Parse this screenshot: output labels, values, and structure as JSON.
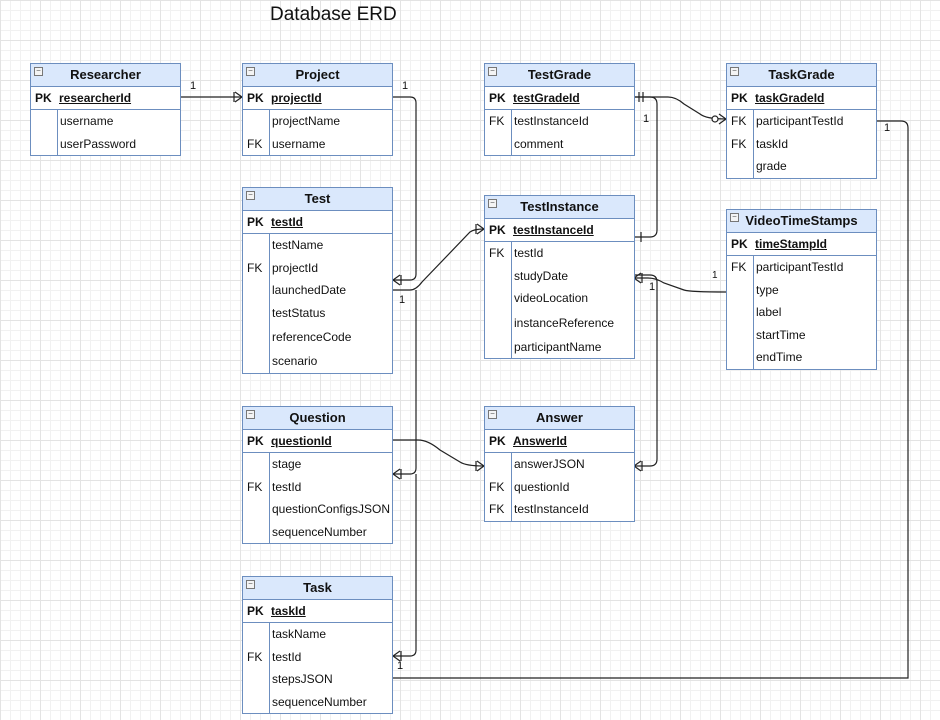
{
  "title": "Database ERD",
  "entities": [
    {
      "name": "Researcher",
      "pk": "researcherId",
      "attrs": [
        {
          "key": "",
          "name": "username"
        },
        {
          "key": "",
          "name": "userPassword"
        }
      ]
    },
    {
      "name": "Project",
      "pk": "projectId",
      "attrs": [
        {
          "key": "",
          "name": "projectName"
        },
        {
          "key": "FK",
          "name": "username"
        }
      ]
    },
    {
      "name": "Test",
      "pk": "testId",
      "attrs": [
        {
          "key": "",
          "name": "testName"
        },
        {
          "key": "FK",
          "name": "projectId"
        },
        {
          "key": "",
          "name": "launchedDate"
        },
        {
          "key": "",
          "name": "testStatus"
        },
        {
          "key": "",
          "name": "referenceCode"
        },
        {
          "key": "",
          "name": "scenario"
        }
      ]
    },
    {
      "name": "Question",
      "pk": "questionId",
      "attrs": [
        {
          "key": "",
          "name": "stage"
        },
        {
          "key": "FK",
          "name": "testId"
        },
        {
          "key": "",
          "name": "questionConfigsJSON"
        },
        {
          "key": "",
          "name": "sequenceNumber"
        }
      ]
    },
    {
      "name": "Task",
      "pk": "taskId",
      "attrs": [
        {
          "key": "",
          "name": "taskName"
        },
        {
          "key": "FK",
          "name": "testId"
        },
        {
          "key": "",
          "name": "stepsJSON"
        },
        {
          "key": "",
          "name": "sequenceNumber"
        }
      ]
    },
    {
      "name": "TestGrade",
      "pk": "testGradeId",
      "attrs": [
        {
          "key": "FK",
          "name": "testInstanceId"
        },
        {
          "key": "",
          "name": "comment"
        }
      ]
    },
    {
      "name": "TestInstance",
      "pk": "testInstanceId",
      "attrs": [
        {
          "key": "FK",
          "name": "testId"
        },
        {
          "key": "",
          "name": "studyDate"
        },
        {
          "key": "",
          "name": "videoLocation"
        },
        {
          "key": "",
          "name": "instanceReference"
        },
        {
          "key": "",
          "name": "participantName"
        }
      ]
    },
    {
      "name": "Answer",
      "pk": "AnswerId",
      "attrs": [
        {
          "key": "",
          "name": "answerJSON"
        },
        {
          "key": "FK",
          "name": "questionId"
        },
        {
          "key": "FK",
          "name": "testInstanceId"
        }
      ]
    },
    {
      "name": "TaskGrade",
      "pk": "taskGradeId",
      "attrs": [
        {
          "key": "FK",
          "name": "participantTestId"
        },
        {
          "key": "FK",
          "name": "taskId"
        },
        {
          "key": "",
          "name": "grade"
        }
      ]
    },
    {
      "name": "VideoTimeStamps",
      "pk": "timeStampId",
      "attrs": [
        {
          "key": "FK",
          "name": "participantTestId"
        },
        {
          "key": "",
          "name": "type"
        },
        {
          "key": "",
          "name": "label"
        },
        {
          "key": "",
          "name": "startTime"
        },
        {
          "key": "",
          "name": "endTime"
        }
      ]
    }
  ],
  "pk_label": "PK",
  "cardinality_labels": {
    "researcher_project": "1",
    "project_test": "1",
    "test_children": "1",
    "testgrade_testinstance": "1",
    "taskgrade_task": "1",
    "videotimestamps_left": "1",
    "videotimestamps_right": "1",
    "task_taskgrade": "1"
  }
}
